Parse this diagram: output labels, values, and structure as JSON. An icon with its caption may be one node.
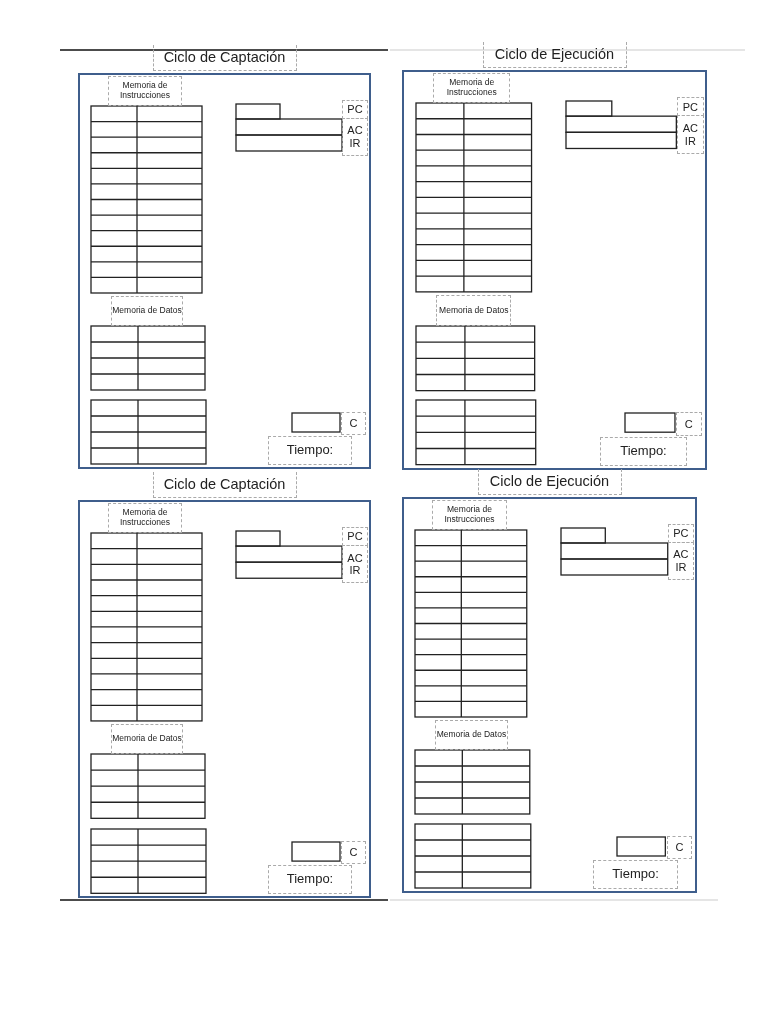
{
  "diagram": {
    "nodes": [
      {
        "text": [
          "Ciclo de Captación"
        ]
      },
      {
        "text": [
          "Memoria de Instrucciones"
        ],
        "in": 0
      },
      {
        "text": [
          "Memoria de Datos"
        ],
        "in": 0
      },
      {
        "text": [
          "PC"
        ],
        "in": 0
      },
      {
        "text": [
          "AC",
          "IR"
        ],
        "in": 0
      },
      {
        "text": [
          "C"
        ],
        "in": 0
      },
      {
        "text": [
          "Tiempo:"
        ],
        "in": 0
      },
      {
        "text": [
          "Ciclo de Ejecución"
        ]
      },
      {
        "text": [
          "Memoria de Instrucciones"
        ],
        "in": 7
      },
      {
        "text": [
          "Memoria de Datos"
        ],
        "in": 7
      },
      {
        "text": [
          "PC"
        ],
        "in": 7
      },
      {
        "text": [
          "AC",
          "IR"
        ],
        "in": 7
      },
      {
        "text": [
          "C"
        ],
        "in": 7
      },
      {
        "text": [
          "Tiempo:"
        ],
        "in": 7
      },
      {
        "text": [
          "Ciclo de Captación"
        ]
      },
      {
        "text": [
          "Memoria de Instrucciones"
        ],
        "in": 14
      },
      {
        "text": [
          "Memoria de Datos"
        ],
        "in": 14
      },
      {
        "text": [
          "PC"
        ],
        "in": 14
      },
      {
        "text": [
          "AC",
          "IR"
        ],
        "in": 14
      },
      {
        "text": [
          "C"
        ],
        "in": 14
      },
      {
        "text": [
          "Tiempo:"
        ],
        "in": 14
      },
      {
        "text": [
          "Ciclo de Ejecución"
        ]
      },
      {
        "text": [
          "Memoria de Instrucciones"
        ],
        "in": 21
      },
      {
        "text": [
          "Memoria de Datos"
        ],
        "in": 21
      },
      {
        "text": [
          "PC"
        ],
        "in": 21
      },
      {
        "text": [
          "AC",
          "IR"
        ],
        "in": 21
      },
      {
        "text": [
          "C"
        ],
        "in": 21
      },
      {
        "text": [
          "Tiempo:"
        ],
        "in": 21
      }
    ],
    "edges": []
  }
}
